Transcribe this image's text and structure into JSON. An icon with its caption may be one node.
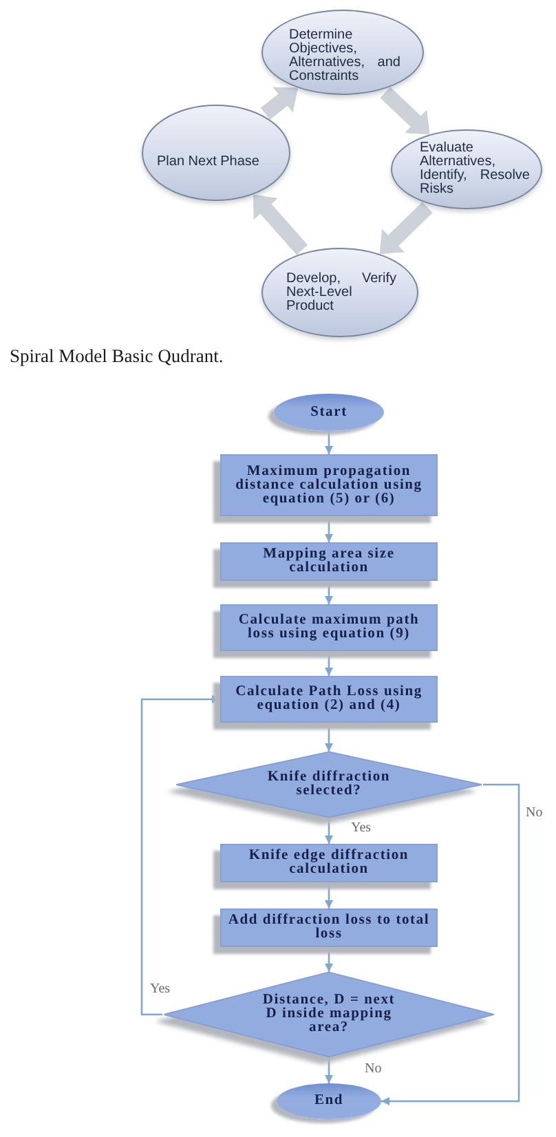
{
  "diagram": {
    "caption": "Spiral Model Basic Qudrant.",
    "nodes": [
      {
        "text": [
          "Determine Objectives, Alternatives, and Constraints"
        ]
      },
      {
        "text": [
          "Plan Next Phase"
        ]
      },
      {
        "text": [
          "Evaluate Alternatives, Identify, Resolve Risks"
        ]
      },
      {
        "text": [
          "Develop, Verify Next-Level Product"
        ]
      },
      {
        "text": [
          "Start"
        ]
      },
      {
        "text": [
          "Maximum propagation distance calculation using equation (5) or (6)"
        ]
      },
      {
        "text": [
          "Mapping area size calculation"
        ]
      },
      {
        "text": [
          "Calculate maximum path loss using equation (9)"
        ]
      },
      {
        "text": [
          "Calculate Path Loss using equation (2) and (4)"
        ]
      },
      {
        "text": [
          "Knife diffraction selected?"
        ]
      },
      {
        "text": [
          "Knife edge diffraction calculation"
        ]
      },
      {
        "text": [
          "Add diffraction loss to total loss"
        ]
      },
      {
        "text": [
          "Distance, D = next D inside mapping area?"
        ]
      },
      {
        "text": [
          "End"
        ]
      }
    ],
    "edges": [
      {
        "from": 0,
        "to": 2,
        "arrow": "to",
        "style": "thick",
        "color": "#cdd2da"
      },
      {
        "from": 2,
        "to": 3,
        "arrow": "to",
        "style": "thick",
        "color": "#cdd2da"
      },
      {
        "from": 3,
        "to": 1,
        "arrow": "to",
        "style": "thick",
        "color": "#cdd2da"
      },
      {
        "from": 1,
        "to": 0,
        "arrow": "to",
        "style": "thick",
        "color": "#cdd2da"
      },
      {
        "from": 4,
        "to": 5,
        "arrow": "to"
      },
      {
        "from": 5,
        "to": 6,
        "arrow": "to"
      },
      {
        "from": 6,
        "to": 7,
        "arrow": "to"
      },
      {
        "from": 7,
        "to": 8,
        "arrow": "to"
      },
      {
        "from": 8,
        "to": 9,
        "arrow": "to"
      },
      {
        "from": 9,
        "to": 10,
        "arrow": "to",
        "label": "Yes"
      },
      {
        "from": 10,
        "to": 11,
        "arrow": "to"
      },
      {
        "from": 11,
        "to": 12,
        "arrow": "to"
      },
      {
        "from": 12,
        "to": 13,
        "arrow": "to",
        "label": "No"
      },
      {
        "from": 12,
        "to": 8,
        "arrow": "to",
        "label": "Yes"
      },
      {
        "from": 9,
        "to": 13,
        "arrow": "to",
        "label": "No"
      }
    ]
  }
}
